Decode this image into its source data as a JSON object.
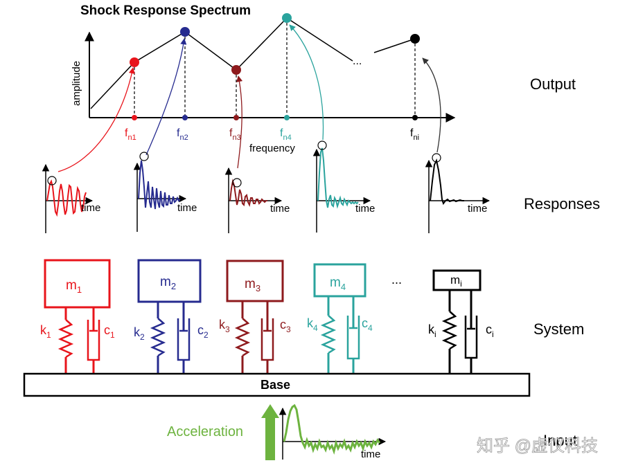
{
  "title": "Shock Response Spectrum",
  "spectrum": {
    "y_axis_label": "amplitude",
    "x_axis_label": "frequency",
    "ellipsis": "...",
    "peaks": [
      {
        "base": "f",
        "sub": "n1",
        "color": "#e8141b"
      },
      {
        "base": "f",
        "sub": "n2",
        "color": "#262b8f"
      },
      {
        "base": "f",
        "sub": "n3",
        "color": "#8e1a1d"
      },
      {
        "base": "f",
        "sub": "n4",
        "color": "#2aa39d"
      },
      {
        "base": "f",
        "sub": "ni",
        "color": "#000000"
      }
    ]
  },
  "row_labels": {
    "output": "Output",
    "responses": "Responses",
    "system": "System",
    "input": "Input"
  },
  "responses": {
    "time_label": "time"
  },
  "systems": [
    {
      "mass": "m",
      "mass_sub": "1",
      "spring": "k",
      "spring_sub": "1",
      "damper": "c",
      "damper_sub": "1",
      "color": "#e8141b"
    },
    {
      "mass": "m",
      "mass_sub": "2",
      "spring": "k",
      "spring_sub": "2",
      "damper": "c",
      "damper_sub": "2",
      "color": "#262b8f"
    },
    {
      "mass": "m",
      "mass_sub": "3",
      "spring": "k",
      "spring_sub": "3",
      "damper": "c",
      "damper_sub": "3",
      "color": "#8e1a1d"
    },
    {
      "mass": "m",
      "mass_sub": "4",
      "spring": "k",
      "spring_sub": "4",
      "damper": "c",
      "damper_sub": "4",
      "color": "#2aa39d"
    },
    {
      "mass": "m",
      "mass_sub": "i",
      "spring": "k",
      "spring_sub": "i",
      "damper": "c",
      "damper_sub": "i",
      "color": "#000000"
    }
  ],
  "system_ellipsis": "...",
  "base_label": "Base",
  "input": {
    "label": "Acceleration",
    "time_label": "time",
    "color": "#6db33f"
  },
  "watermark": "知乎 @虚仪科技"
}
